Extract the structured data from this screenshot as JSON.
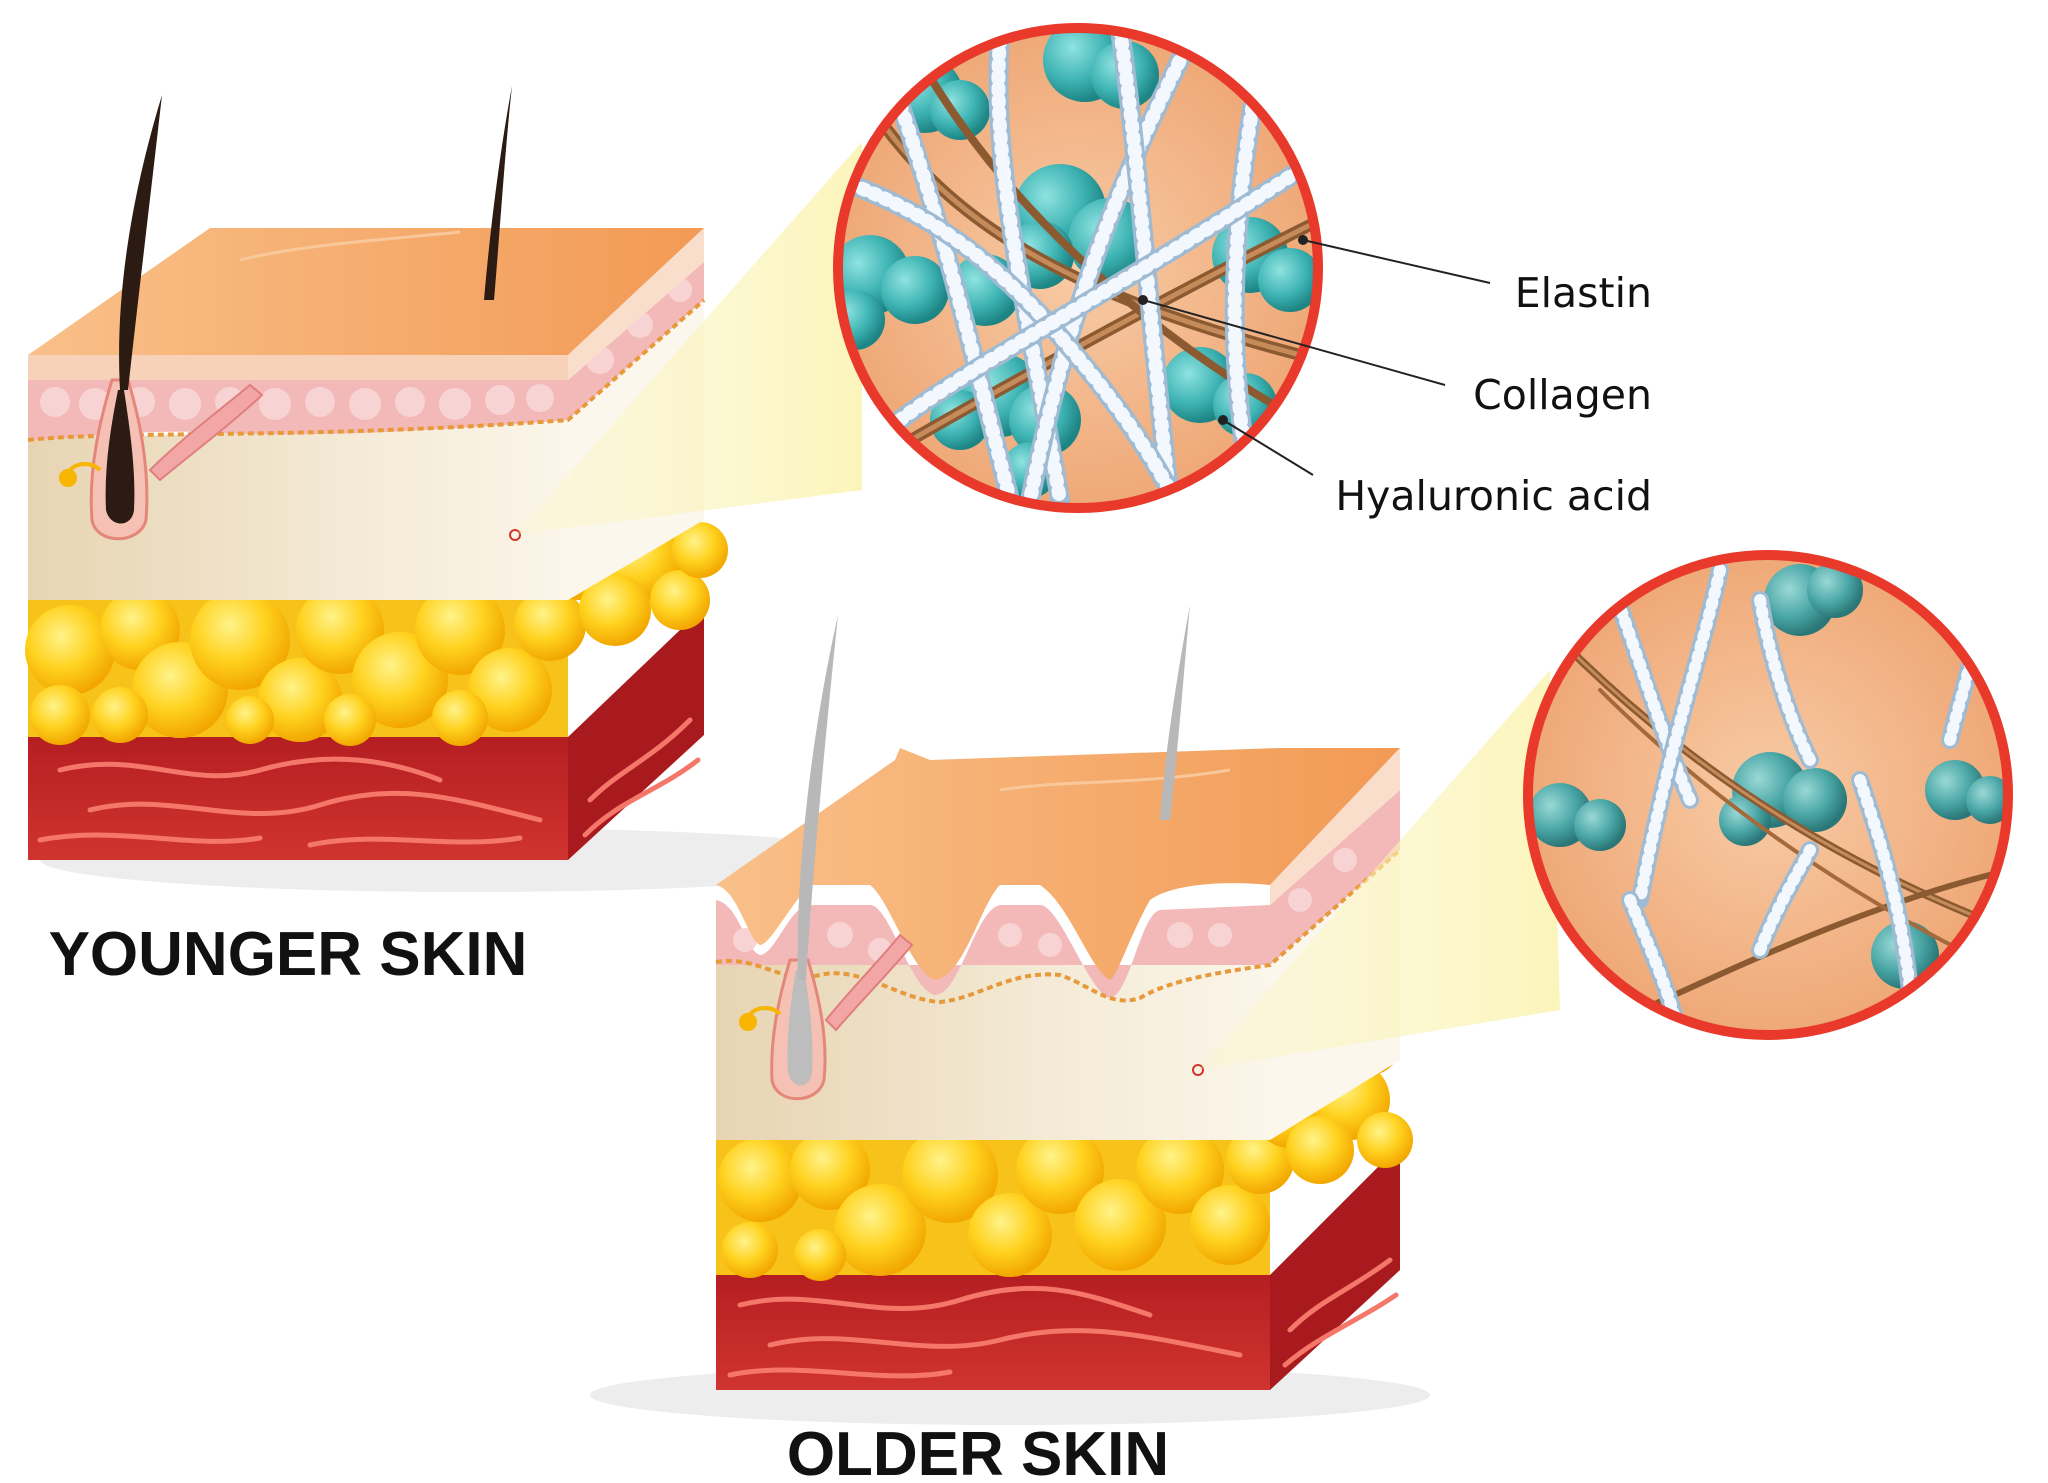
{
  "diagram": {
    "captions": {
      "younger": "YOUNGER SKIN",
      "older": "OLDER SKIN"
    },
    "callouts": [
      {
        "id": "elastin",
        "text": "Elastin"
      },
      {
        "id": "collagen",
        "text": "Collagen"
      },
      {
        "id": "hyaluronic",
        "text": "Hyaluronic acid"
      }
    ],
    "colors": {
      "epidermis_top": "#F6A969",
      "epidermis_side": "#F4C9B2",
      "dermis": "#EFE2C8",
      "fat": "#FFD21F",
      "muscle": "#C8282B",
      "muscle_streak": "#F4776A",
      "magnifier_ring": "#E8392B",
      "magnifier_fill": "#F3B487",
      "hyaluronic": "#3FB4B4",
      "collagen": "#E8F2FA",
      "elastin": "#A56A3C",
      "cone": "#FBF4B8",
      "hair_young": "#2B1B12",
      "hair_old": "#B8B8B8"
    }
  }
}
